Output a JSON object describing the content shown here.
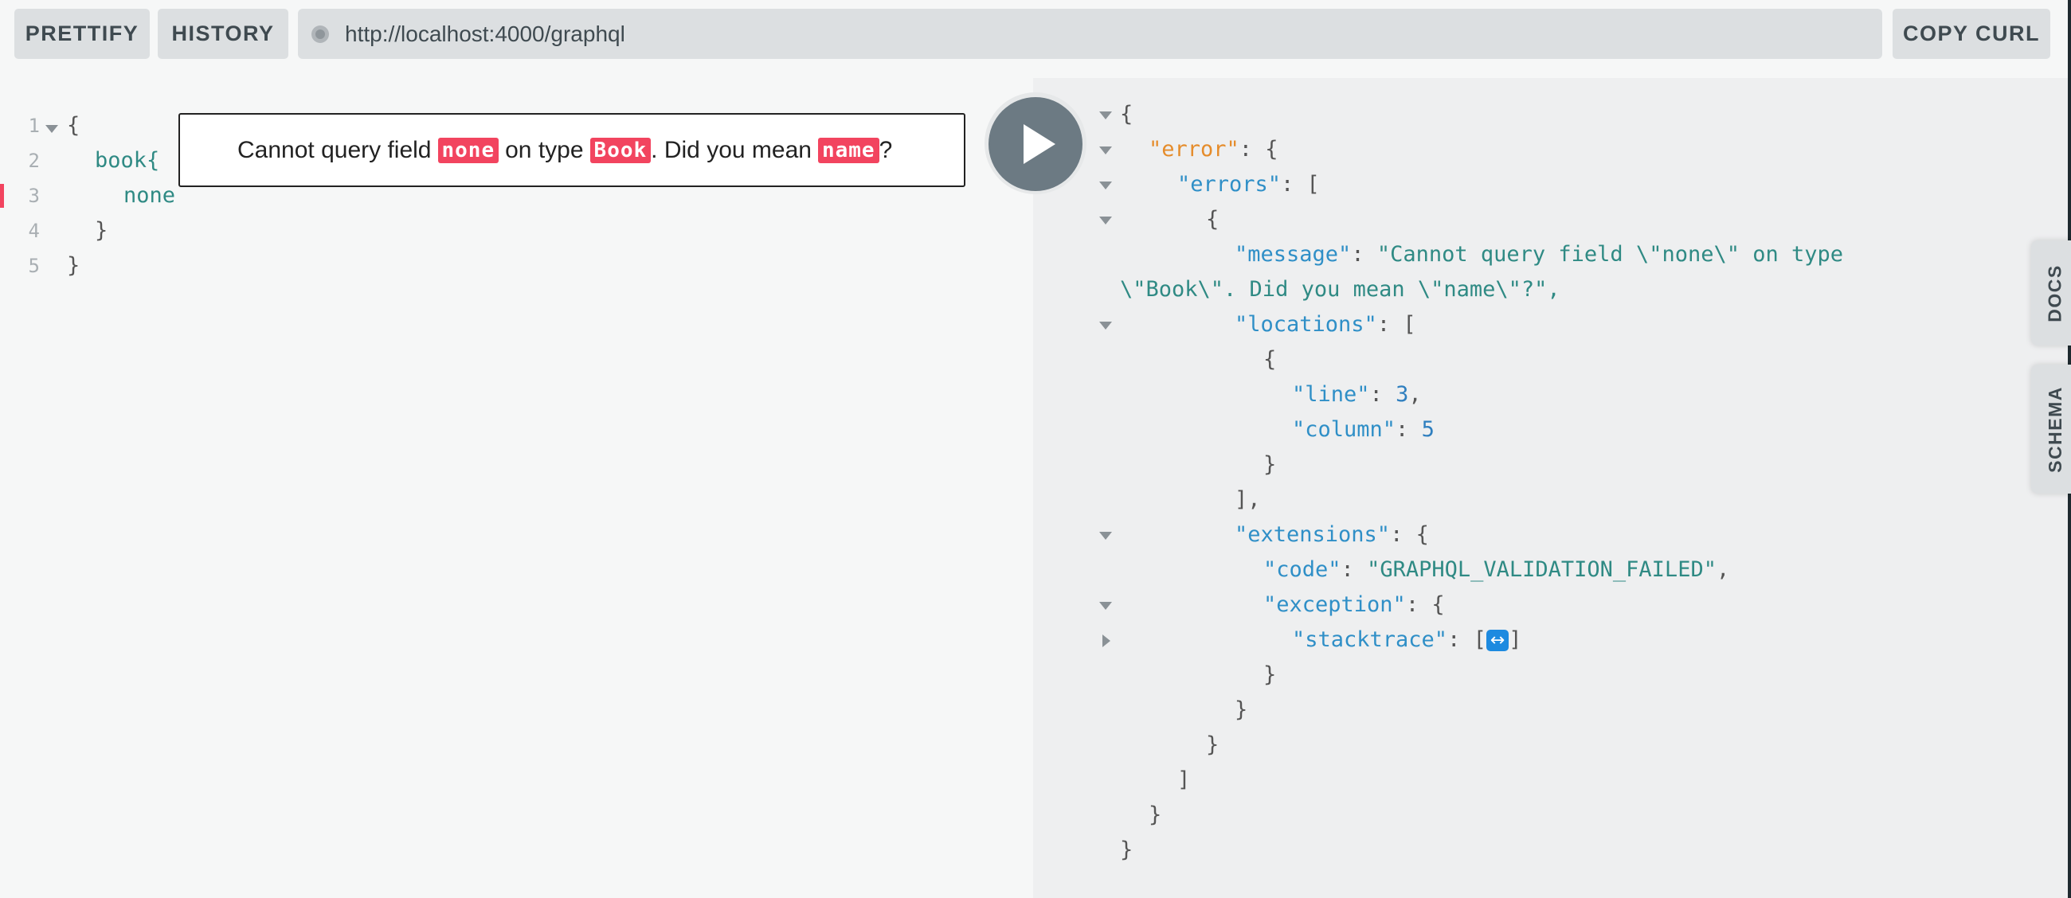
{
  "toolbar": {
    "prettify": "PRETTIFY",
    "history": "HISTORY",
    "endpoint": "http://localhost:4000/graphql",
    "copy_curl": "COPY CURL"
  },
  "editor": {
    "line_numbers": [
      "1",
      "2",
      "3",
      "4",
      "5"
    ],
    "lines": [
      "{",
      "book{",
      "none",
      "}",
      "}"
    ]
  },
  "error_tooltip": {
    "part1": "Cannot query field",
    "tag1": "none",
    "part2": "on type",
    "tag2": "Book",
    "part3": ". Did you mean",
    "tag3": "name",
    "part4": "?"
  },
  "result": {
    "open_brace": "{",
    "error_key": "\"error\"",
    "errors_key": "\"errors\"",
    "message_key": "\"message\"",
    "message_value_1": "\"Cannot query field \\\"none\\\" on type",
    "message_value_2": "\\\"Book\\\". Did you mean \\\"name\\\"?\",",
    "locations_key": "\"locations\"",
    "line_key": "\"line\"",
    "line_value": "3",
    "column_key": "\"column\"",
    "column_value": "5",
    "extensions_key": "\"extensions\"",
    "code_key": "\"code\"",
    "code_value": "\"GRAPHQL_VALIDATION_FAILED\"",
    "exception_key": "\"exception\"",
    "stacktrace_key": "\"stacktrace\"",
    "expand_glyph": "↔"
  },
  "side_tabs": {
    "docs": "DOCS",
    "schema": "SCHEMA"
  },
  "colors": {
    "error_red": "#f2445f",
    "play_button": "#6c7a83",
    "key_blue": "#2f8fc7",
    "string_teal": "#2f8a84",
    "error_orange": "#e58c2b"
  }
}
